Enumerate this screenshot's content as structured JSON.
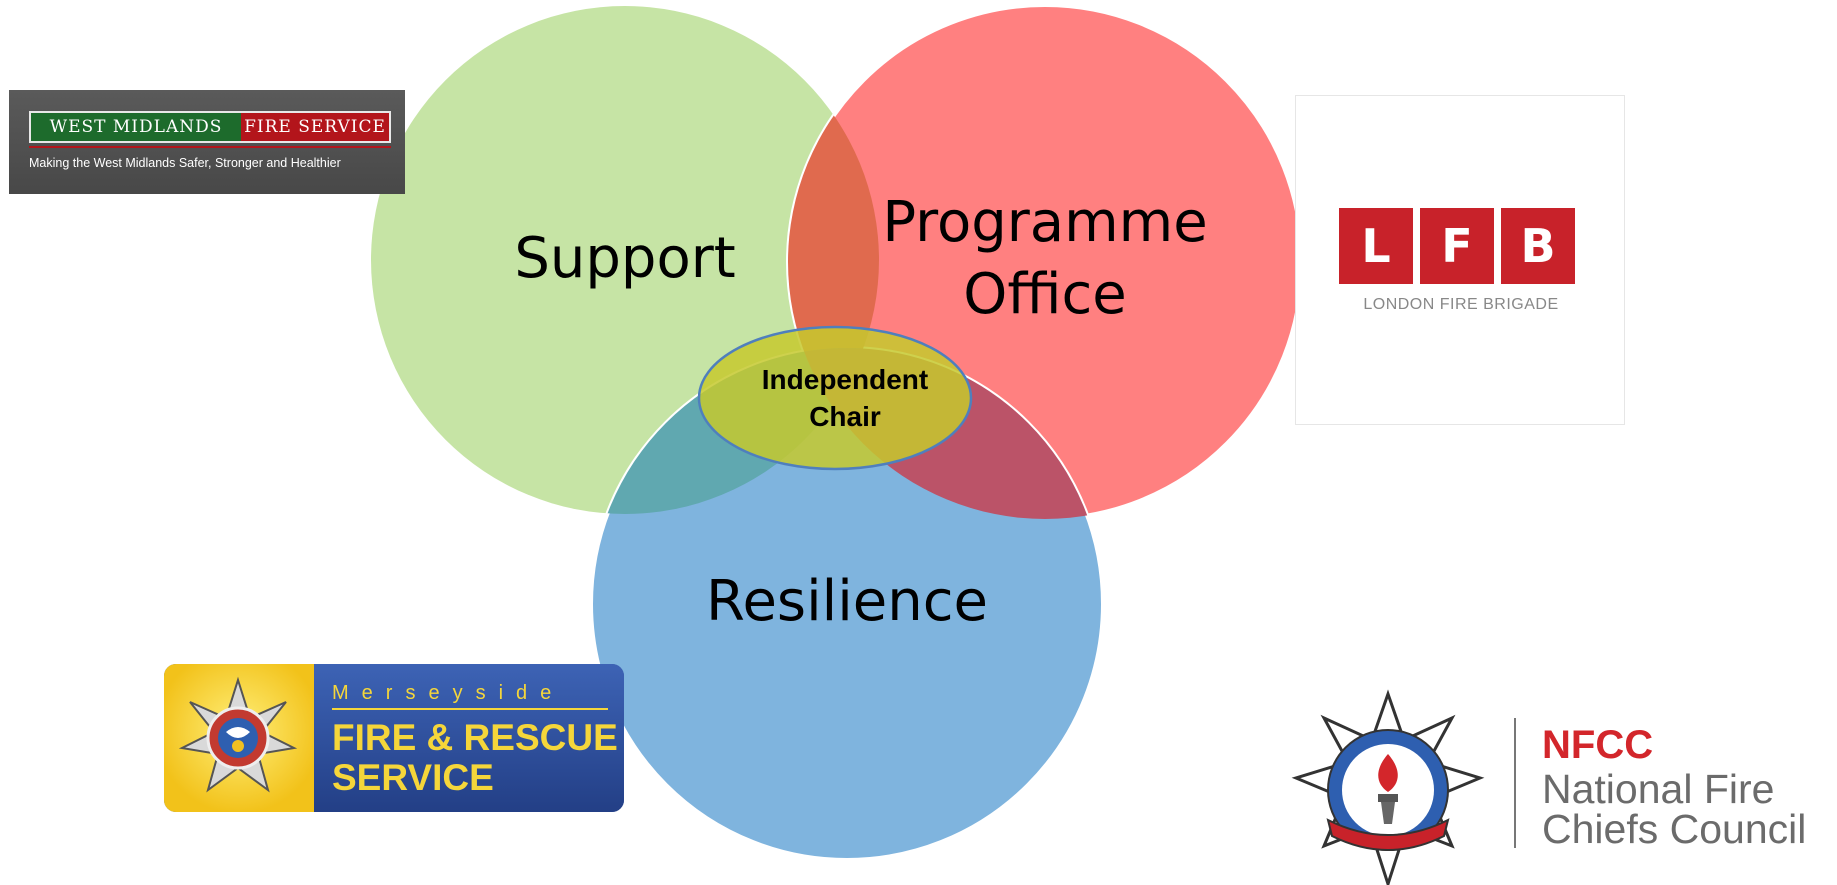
{
  "diagram": {
    "circles": [
      {
        "id": "support",
        "lines": [
          "Support"
        ],
        "color": "#c5e4a4"
      },
      {
        "id": "programme-office",
        "lines": [
          "Programme",
          "Office"
        ],
        "color": "#ff8080"
      },
      {
        "id": "resilience",
        "lines": [
          "Resilience"
        ],
        "color": "#7fb4de"
      }
    ],
    "center": {
      "lines": [
        "Independent",
        "Chair"
      ],
      "fill": "#c5c92e",
      "stroke": "#4f7fbd"
    }
  },
  "logos": {
    "west_midlands": {
      "name_part1": "WEST MIDLANDS",
      "name_part2": "FIRE SERVICE",
      "tagline": "Making the West Midlands Safer, Stronger and Healthier"
    },
    "lfb": {
      "letters": [
        "L",
        "F",
        "B"
      ],
      "subtitle": "LONDON FIRE BRIGADE",
      "color": "#c8222a"
    },
    "merseyside": {
      "line1": "Merseyside",
      "line2": "FIRE & RESCUE",
      "line3": "SERVICE"
    },
    "nfcc": {
      "abbr": "NFCC",
      "line1": "National Fire",
      "line2": "Chiefs Council",
      "color": "#d3262b"
    }
  }
}
